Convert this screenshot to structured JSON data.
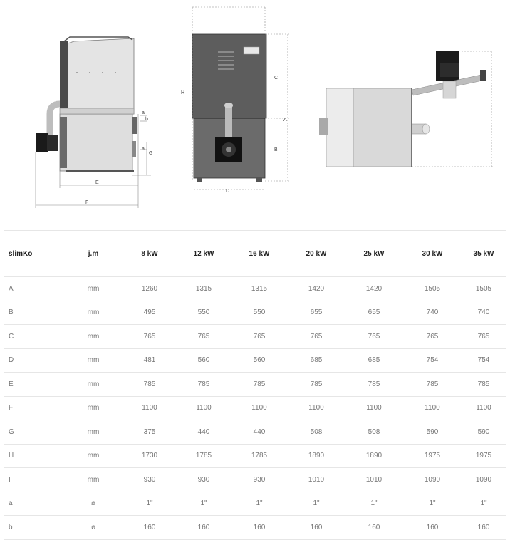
{
  "drawing_labels": {
    "side": {
      "a1": "a",
      "b": "b",
      "a2": "a",
      "G": "G",
      "E": "E",
      "F": "F"
    },
    "front": {
      "H": "H",
      "C": "C",
      "A": "A",
      "B": "B",
      "D": "D"
    }
  },
  "table": {
    "headers": [
      "slimKo",
      "j.m",
      "8 kW",
      "12 kW",
      "16 kW",
      "20 kW",
      "25 kW",
      "30 kW",
      "35 kW"
    ],
    "rows": [
      [
        "A",
        "mm",
        "1260",
        "1315",
        "1315",
        "1420",
        "1420",
        "1505",
        "1505"
      ],
      [
        "B",
        "mm",
        "495",
        "550",
        "550",
        "655",
        "655",
        "740",
        "740"
      ],
      [
        "C",
        "mm",
        "765",
        "765",
        "765",
        "765",
        "765",
        "765",
        "765"
      ],
      [
        "D",
        "mm",
        "481",
        "560",
        "560",
        "685",
        "685",
        "754",
        "754"
      ],
      [
        "E",
        "mm",
        "785",
        "785",
        "785",
        "785",
        "785",
        "785",
        "785"
      ],
      [
        "F",
        "mm",
        "1100",
        "1100",
        "1100",
        "1100",
        "1100",
        "1100",
        "1100"
      ],
      [
        "G",
        "mm",
        "375",
        "440",
        "440",
        "508",
        "508",
        "590",
        "590"
      ],
      [
        "H",
        "mm",
        "1730",
        "1785",
        "1785",
        "1890",
        "1890",
        "1975",
        "1975"
      ],
      [
        "I",
        "mm",
        "930",
        "930",
        "930",
        "1010",
        "1010",
        "1090",
        "1090"
      ],
      [
        "a",
        "ø",
        "1\"",
        "1\"",
        "1\"",
        "1\"",
        "1\"",
        "1\"",
        "1\""
      ],
      [
        "b",
        "ø",
        "160",
        "160",
        "160",
        "160",
        "160",
        "160",
        "160"
      ]
    ]
  }
}
